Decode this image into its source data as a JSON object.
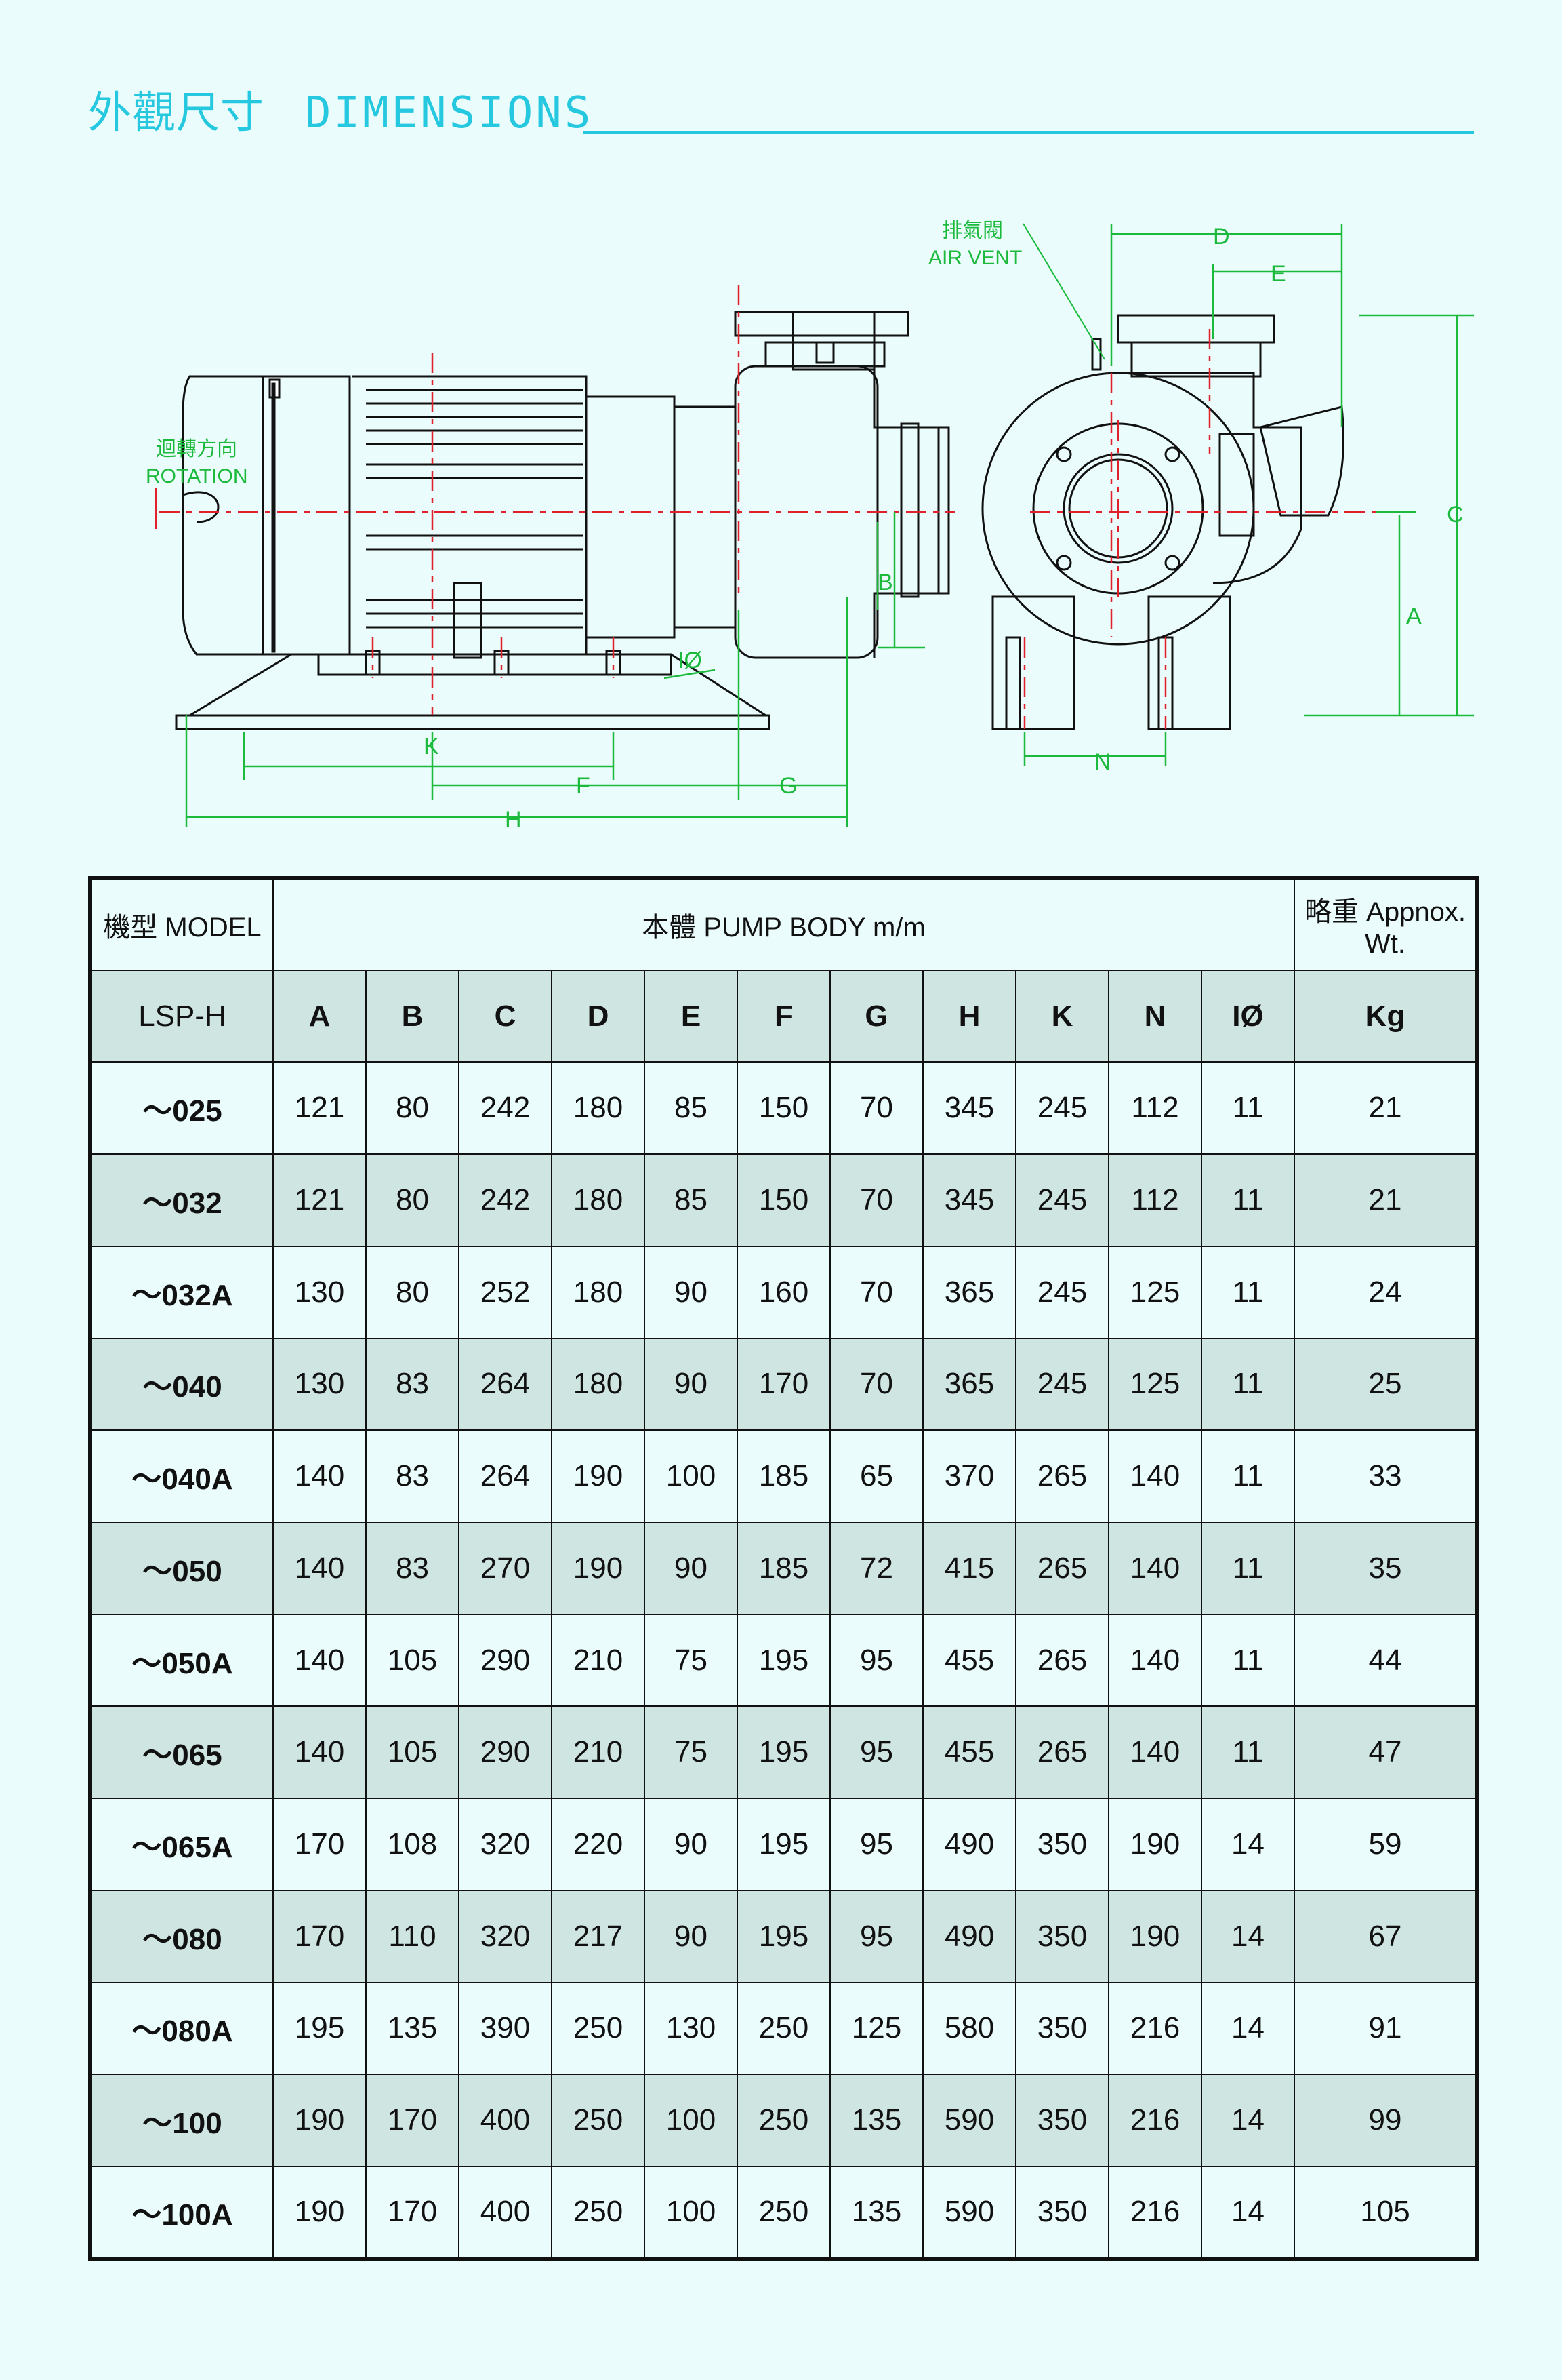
{
  "header": {
    "title_zh": "外觀尺寸",
    "title_en": "DIMENSIONS"
  },
  "drawing": {
    "rotation_zh": "迴轉方向",
    "rotation_en": "ROTATION",
    "air_vent_zh": "排氣閥",
    "air_vent_en": "AIR VENT",
    "labels": {
      "A": "A",
      "B": "B",
      "C": "C",
      "D": "D",
      "E": "E",
      "F": "F",
      "G": "G",
      "H": "H",
      "K": "K",
      "N": "N",
      "I": "IØ"
    },
    "colors": {
      "outline": "#111111",
      "dimension": "#1bb93c",
      "centerline": "#e0202a",
      "title": "#26c8e0"
    }
  },
  "table": {
    "model_header": "機型 MODEL",
    "body_header": "本體 PUMP BODY m/m",
    "weight_header": "略重 Appnox. Wt.",
    "series": "LSP-H",
    "columns": [
      "A",
      "B",
      "C",
      "D",
      "E",
      "F",
      "G",
      "H",
      "K",
      "N",
      "IØ"
    ],
    "weight_unit": "Kg",
    "rows": [
      {
        "model": "～025",
        "values": [
          "121",
          "80",
          "242",
          "180",
          "85",
          "150",
          "70",
          "345",
          "245",
          "112",
          "11"
        ],
        "wt": "21"
      },
      {
        "model": "～032",
        "values": [
          "121",
          "80",
          "242",
          "180",
          "85",
          "150",
          "70",
          "345",
          "245",
          "112",
          "11"
        ],
        "wt": "21"
      },
      {
        "model": "～032A",
        "values": [
          "130",
          "80",
          "252",
          "180",
          "90",
          "160",
          "70",
          "365",
          "245",
          "125",
          "11"
        ],
        "wt": "24"
      },
      {
        "model": "～040",
        "values": [
          "130",
          "83",
          "264",
          "180",
          "90",
          "170",
          "70",
          "365",
          "245",
          "125",
          "11"
        ],
        "wt": "25"
      },
      {
        "model": "～040A",
        "values": [
          "140",
          "83",
          "264",
          "190",
          "100",
          "185",
          "65",
          "370",
          "265",
          "140",
          "11"
        ],
        "wt": "33"
      },
      {
        "model": "～050",
        "values": [
          "140",
          "83",
          "270",
          "190",
          "90",
          "185",
          "72",
          "415",
          "265",
          "140",
          "11"
        ],
        "wt": "35"
      },
      {
        "model": "～050A",
        "values": [
          "140",
          "105",
          "290",
          "210",
          "75",
          "195",
          "95",
          "455",
          "265",
          "140",
          "11"
        ],
        "wt": "44"
      },
      {
        "model": "～065",
        "values": [
          "140",
          "105",
          "290",
          "210",
          "75",
          "195",
          "95",
          "455",
          "265",
          "140",
          "11"
        ],
        "wt": "47"
      },
      {
        "model": "～065A",
        "values": [
          "170",
          "108",
          "320",
          "220",
          "90",
          "195",
          "95",
          "490",
          "350",
          "190",
          "14"
        ],
        "wt": "59"
      },
      {
        "model": "～080",
        "values": [
          "170",
          "110",
          "320",
          "217",
          "90",
          "195",
          "95",
          "490",
          "350",
          "190",
          "14"
        ],
        "wt": "67"
      },
      {
        "model": "～080A",
        "values": [
          "195",
          "135",
          "390",
          "250",
          "130",
          "250",
          "125",
          "580",
          "350",
          "216",
          "14"
        ],
        "wt": "91"
      },
      {
        "model": "～100",
        "values": [
          "190",
          "170",
          "400",
          "250",
          "100",
          "250",
          "135",
          "590",
          "350",
          "216",
          "14"
        ],
        "wt": "99"
      },
      {
        "model": "～100A",
        "values": [
          "190",
          "170",
          "400",
          "250",
          "100",
          "250",
          "135",
          "590",
          "350",
          "216",
          "14"
        ],
        "wt": "105"
      }
    ]
  }
}
